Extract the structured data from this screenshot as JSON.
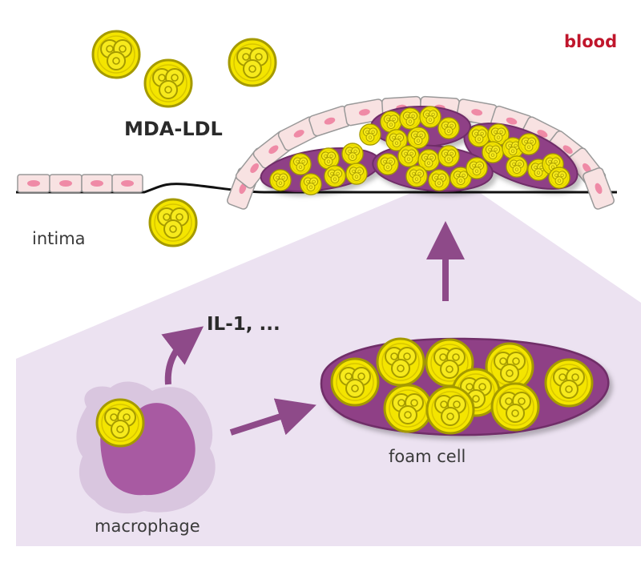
{
  "labels": {
    "blood": "blood",
    "mda_ldl": "MDA-LDL",
    "intima": "intima",
    "il1": "IL-1, ...",
    "foam_cell": "foam cell",
    "macrophage": "macrophage"
  },
  "colors": {
    "blood_text": "#c0162c",
    "ldl_fill": "#f4e500",
    "ldl_outline": "#a59a00",
    "foam_cell": "#8f3f86",
    "macrophage_body": "#a85aa2",
    "macrophage_membrane": "#d9c6df",
    "zoom_panel": "#ece2f1",
    "endothelial_cell": "#f8e2e2",
    "endothelial_nucleus": "#ef8aa6",
    "arrow": "#8e4a89"
  }
}
